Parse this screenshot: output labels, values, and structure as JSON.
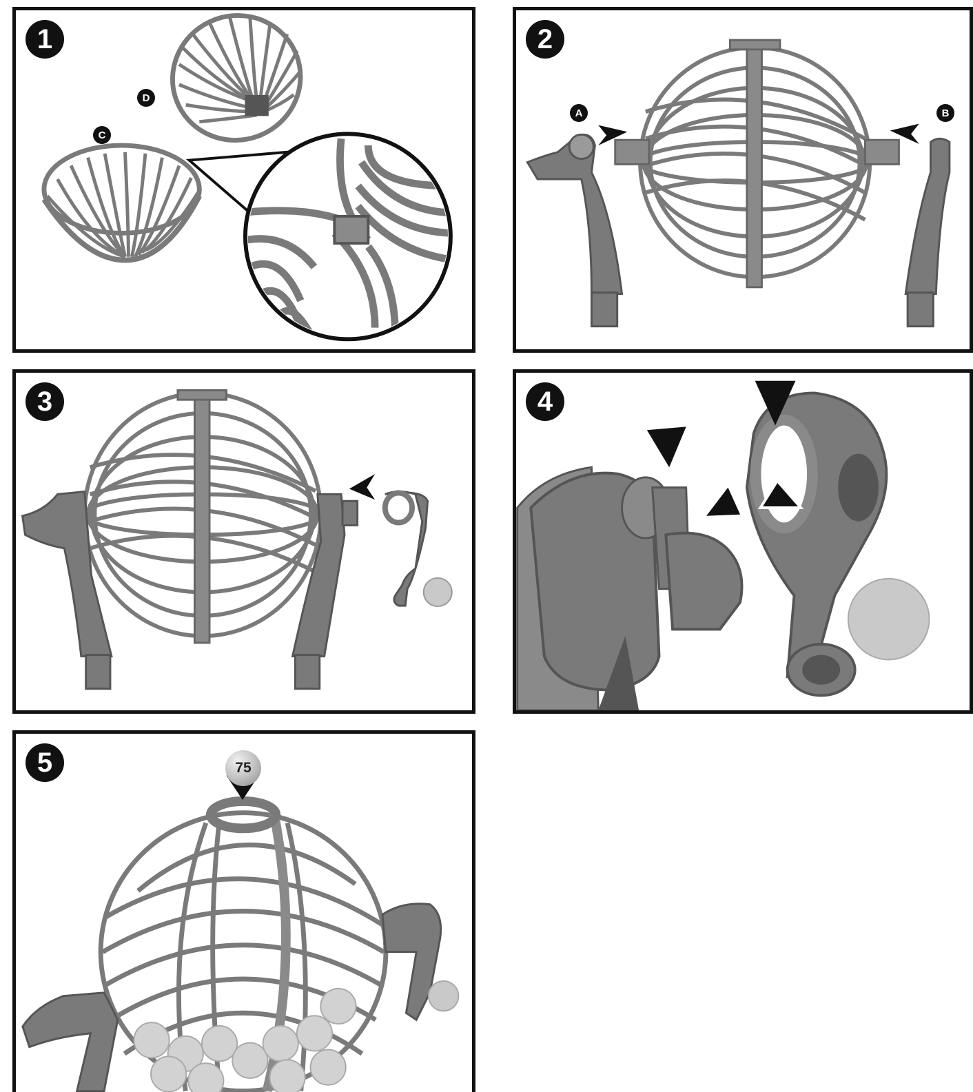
{
  "steps": [
    {
      "number": "1",
      "labels": [
        "D",
        "C"
      ]
    },
    {
      "number": "2",
      "labels": [
        "A",
        "B"
      ]
    },
    {
      "number": "3",
      "labels": []
    },
    {
      "number": "4",
      "labels": []
    },
    {
      "number": "5",
      "labels": [],
      "ball_number": "75"
    }
  ],
  "colors": {
    "frame": "#111111",
    "part_gray": "#7a7a7a",
    "part_dark": "#555555",
    "ball": "#c9c9c9"
  },
  "icons": [
    "wire-cage-half",
    "wire-cage-sphere",
    "stand-arm",
    "crank-handle",
    "direction-arrow",
    "bingo-ball"
  ]
}
